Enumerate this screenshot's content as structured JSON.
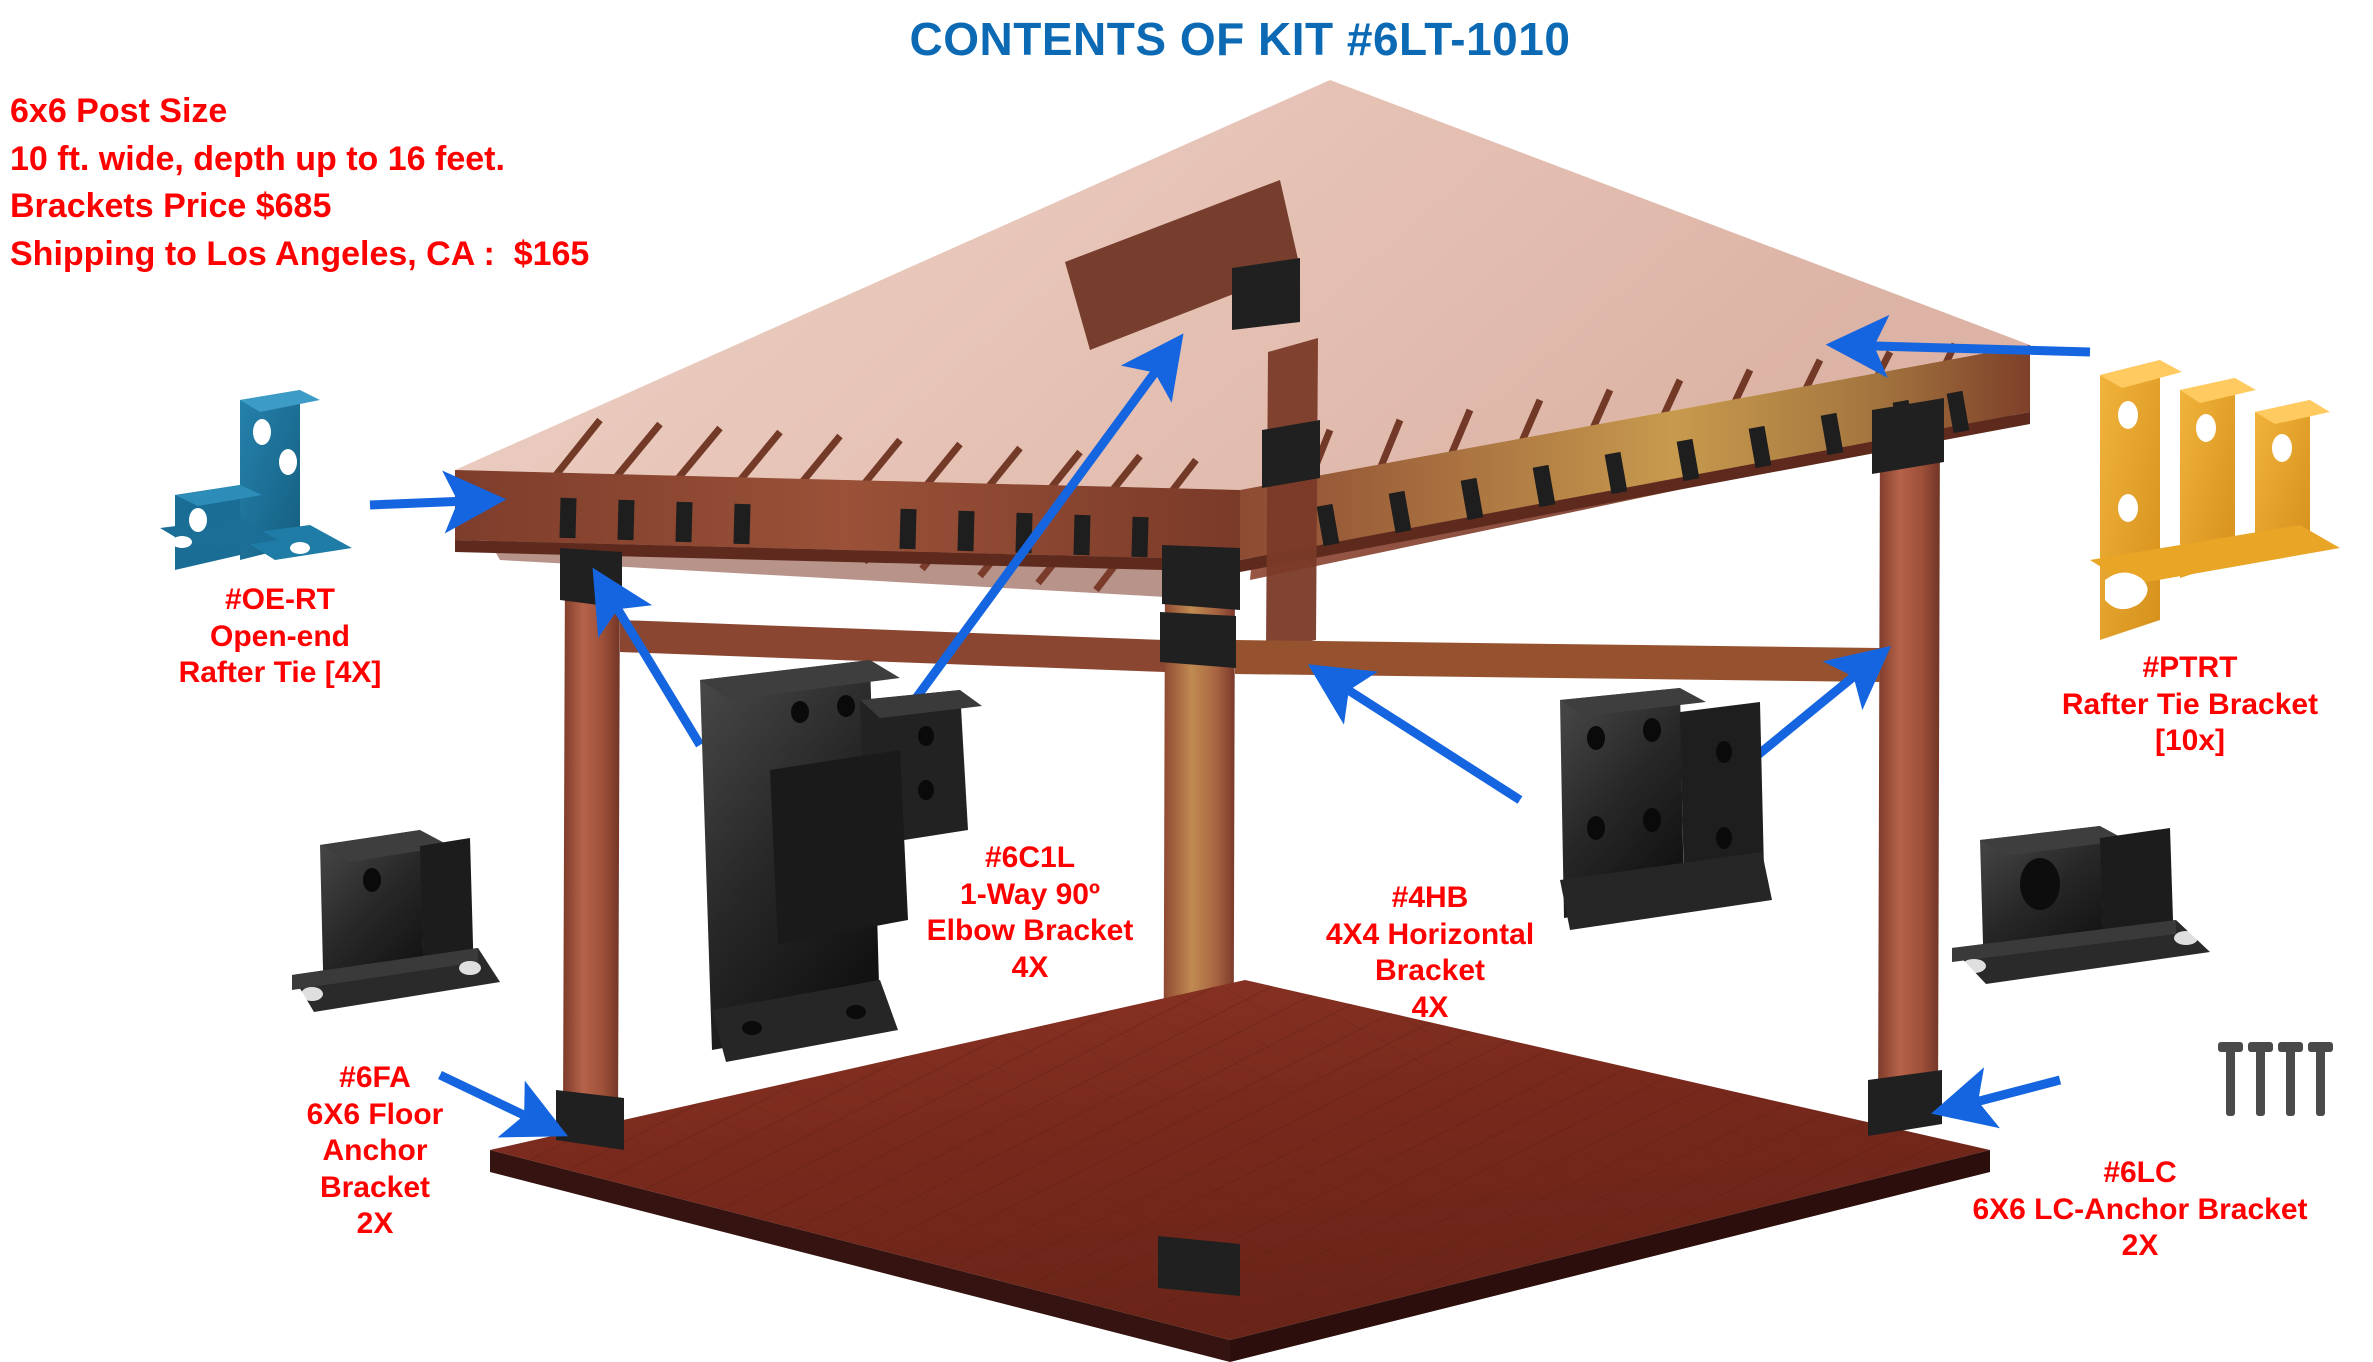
{
  "header": {
    "title": "CONTENTS OF KIT #6LT-1010",
    "title_color": "#0C6AB4"
  },
  "spec": {
    "color": "#FF0000",
    "lines": [
      "6x6 Post Size",
      "10 ft. wide, depth up to 16 feet.",
      "Brackets Price $685",
      "Shipping to Los Angeles, CA :  $165"
    ],
    "post_size": "6x6",
    "width_ft": "10 ft. wide",
    "depth_ft": "depth up to 16 feet.",
    "brackets_price": "$685",
    "shipping_city": "Los Angeles, CA",
    "shipping_price": "$165"
  },
  "callouts": [
    {
      "id": "oe-rt",
      "sku": "#OE-RT",
      "name": "Open-end\nRafter Tie",
      "qty": "[4X]",
      "text": "#OE-RT\nOpen-end\nRafter Tie [4X]",
      "color": "#1A6E96",
      "arrow_color": "#1565E0"
    },
    {
      "id": "ptrt",
      "sku": "#PTRT",
      "name": "Rafter Tie Bracket",
      "qty": "[10x]",
      "text": "#PTRT\nRafter Tie Bracket\n[10x]",
      "color": "#E8A020",
      "arrow_color": "#1565E0"
    },
    {
      "id": "6c1l",
      "sku": "#6C1L",
      "name": "1-Way 90º\nElbow Bracket",
      "qty": "4X",
      "text": "#6C1L\n1-Way 90º\nElbow Bracket\n4X",
      "color": "#2B2B2B",
      "arrow_color": "#1565E0"
    },
    {
      "id": "4hb",
      "sku": "#4HB",
      "name": "4X4 Horizontal\nBracket",
      "qty": "4X",
      "text": "#4HB\n4X4 Horizontal\nBracket\n4X",
      "color": "#2B2B2B",
      "arrow_color": "#1565E0"
    },
    {
      "id": "6fa",
      "sku": "#6FA",
      "name": "6X6 Floor\nAnchor\nBracket",
      "qty": "2X",
      "text": "#6FA\n6X6 Floor\nAnchor\nBracket\n2X",
      "color": "#2B2B2B",
      "arrow_color": "#1565E0"
    },
    {
      "id": "6lc",
      "sku": "#6LC",
      "name": "6X6 LC-Anchor Bracket",
      "qty": "2X",
      "text": "#6LC\n6X6 LC-Anchor Bracket\n2X",
      "color": "#2B2B2B",
      "arrow_color": "#1565E0"
    }
  ],
  "structure": {
    "name": "pergola-render",
    "post_count": 4,
    "colors": {
      "roof_top": "#E9C8BE",
      "roof_edge": "#D5A99C",
      "beam": "#8E4A35",
      "rafter": "#7A3A28",
      "post": "#A8563C",
      "deck": "#7A2E20",
      "deck_edge": "#3A1410",
      "bracket_black": "#2B2B2B"
    }
  }
}
